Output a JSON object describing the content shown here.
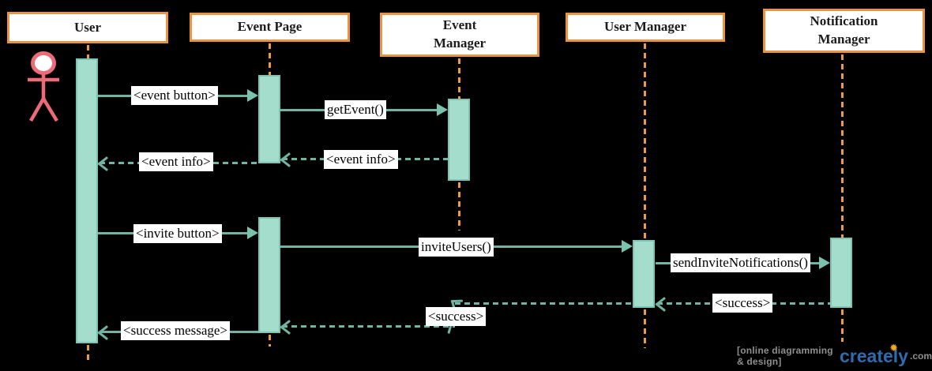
{
  "diagram": {
    "type": "uml-sequence",
    "participants": [
      {
        "name": "User"
      },
      {
        "name": "Event Page"
      },
      {
        "name": "Event\nManager"
      },
      {
        "name": "User Manager"
      },
      {
        "name": "Notification\nManager"
      }
    ],
    "actor": {
      "attached_to": "User",
      "icon": "stick-figure"
    },
    "messages": [
      {
        "label": "<event button>",
        "from": "User",
        "to": "Event Page",
        "kind": "call",
        "line": "solid",
        "arrow": "filled"
      },
      {
        "label": "getEvent()",
        "from": "Event Page",
        "to": "Event Manager",
        "kind": "call",
        "line": "solid",
        "arrow": "filled"
      },
      {
        "label": "<event info>",
        "from": "Event Manager",
        "to": "Event Page",
        "kind": "return",
        "line": "dashed",
        "arrow": "open"
      },
      {
        "label": "<event info>",
        "from": "Event Page",
        "to": "User",
        "kind": "return",
        "line": "dashed",
        "arrow": "open"
      },
      {
        "label": "<invite button>",
        "from": "User",
        "to": "Event Page",
        "kind": "call",
        "line": "solid",
        "arrow": "filled"
      },
      {
        "label": "inviteUsers()",
        "from": "Event Page",
        "to": "User Manager",
        "kind": "call",
        "line": "solid",
        "arrow": "filled"
      },
      {
        "label": "sendInviteNotifications()",
        "from": "User Manager",
        "to": "Notification Manager",
        "kind": "call",
        "line": "solid",
        "arrow": "filled"
      },
      {
        "label": "<success>",
        "from": "Notification Manager",
        "to": "User Manager",
        "kind": "return",
        "line": "dashed",
        "arrow": "open"
      },
      {
        "label": "<success>",
        "from": "User Manager",
        "to": "Event Page",
        "kind": "return",
        "line": "dashed",
        "arrow": "open",
        "routing": "jogged"
      },
      {
        "label": "<success message>",
        "from": "Event Page",
        "to": "User",
        "kind": "return",
        "line": "solid",
        "arrow": "open"
      }
    ],
    "colors": {
      "background": "#000000",
      "participant_border": "#EA9441",
      "participant_fill": "#FFFFFF",
      "lifeline_dash": "#EC9A44",
      "activation_fill": "#A5DDCD",
      "activation_border": "#7CC5B3",
      "message_line": "#70B4A3",
      "actor_stroke": "#ED6A77"
    }
  },
  "watermark": {
    "tagline": "[online diagramming & design]",
    "brand": "creately",
    "tld": ".com",
    "sparkle": "✹"
  }
}
